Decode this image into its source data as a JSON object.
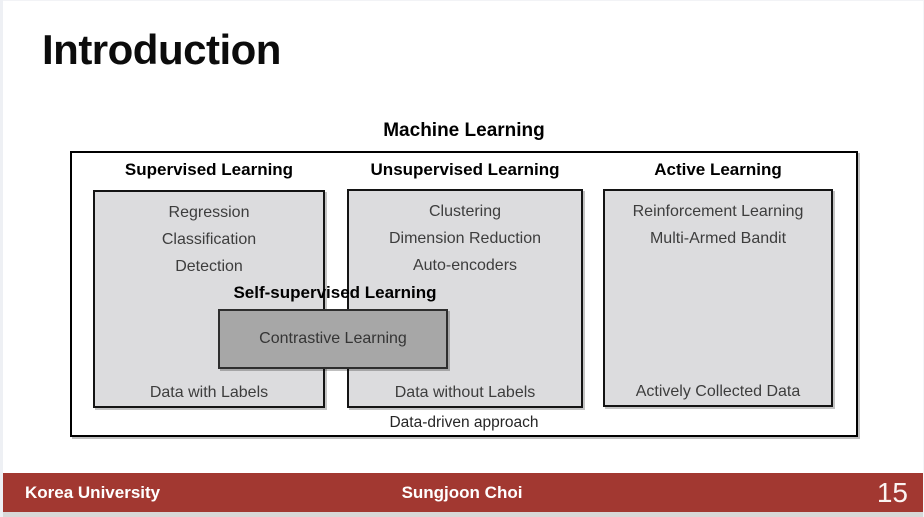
{
  "slide": {
    "title": "Introduction"
  },
  "diagram": {
    "title": "Machine Learning",
    "caption": "Data-driven approach",
    "columns": [
      {
        "header": "Supervised Learning",
        "items": [
          "Regression",
          "Classification",
          "Detection"
        ],
        "footer": "Data with Labels"
      },
      {
        "header": "Unsupervised Learning",
        "items": [
          "Clustering",
          "Dimension Reduction",
          "Auto-encoders"
        ],
        "footer": "Data without Labels"
      },
      {
        "header": "Active Learning",
        "items": [
          "Reinforcement Learning",
          "Multi-Armed Bandit"
        ],
        "footer": "Actively Collected Data"
      }
    ],
    "overlay": {
      "header": "Self-supervised Learning",
      "box_label": "Contrastive Learning"
    }
  },
  "footer": {
    "left": "Korea University",
    "center": "Sungjoon Choi",
    "page_number": "15"
  },
  "colors": {
    "accent_red": "#A23831",
    "box_fill_light": "#DCDCDE",
    "box_fill_dark": "#A7A7A7"
  }
}
